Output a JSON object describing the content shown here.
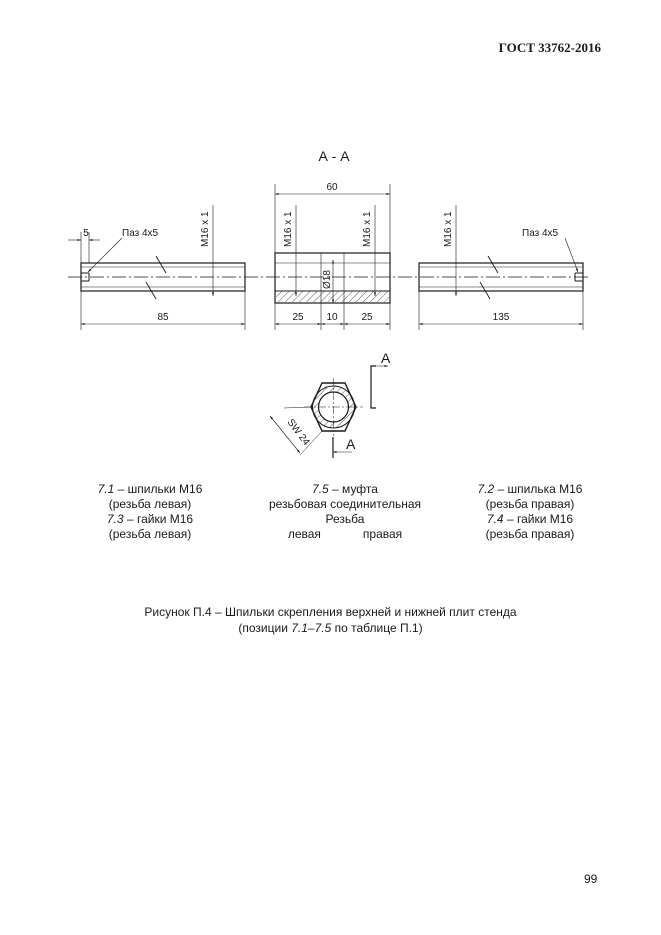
{
  "header": {
    "standard": "ГОСТ 33762-2016"
  },
  "drawing": {
    "section_label": "А - А",
    "dim_60": "60",
    "dim_5": "5",
    "thread_label": "М16 х 1",
    "slot_left": "Паз  4х5",
    "slot_right": "Паз  4х5",
    "dia_label": "Ø18",
    "dim_85": "85",
    "dim_25a": "25",
    "dim_10": "10",
    "dim_25b": "25",
    "dim_135": "135",
    "cut_top": "А",
    "cut_bottom": "А",
    "sw_label": "SW 24"
  },
  "legend": {
    "c1": {
      "num1": "7.1",
      "text1": " – шпильки М16",
      "line2": "(резьба левая)",
      "num3": "7.3",
      "text3": " – гайки М16",
      "line4": "(резьба левая)"
    },
    "c2": {
      "num1": "7.5",
      "text1": " – муфта",
      "line2": "резьбовая соединительная",
      "line3": "Резьба",
      "left": "левая",
      "right": "правая"
    },
    "c3": {
      "num1": "7.2",
      "text1": " – шпилька М16",
      "line2": "(резьба правая)",
      "num3": "7.4",
      "text3": " – гайки М16",
      "line4": "(резьба правая)"
    }
  },
  "caption": {
    "line1": "Рисунок П.4 – Шпильки скрепления верхней и нижней плит стенда",
    "prefix": "(позиции ",
    "range": "7.1–7.5",
    "suffix": " по таблице П.1)"
  },
  "page_number": "99"
}
